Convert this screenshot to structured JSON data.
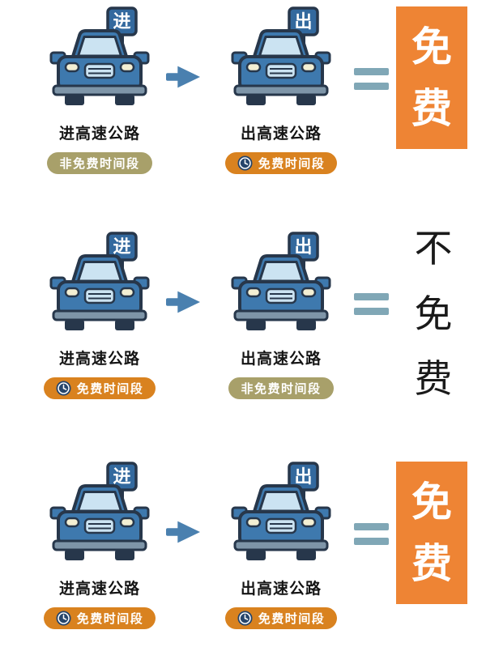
{
  "colors": {
    "background": "#FFFFFF",
    "car_body": "#3E79AE",
    "car_window": "#CBE3F2",
    "car_outline": "#27374B",
    "flag_blue": "#33699E",
    "arrow": "#4A80AF",
    "equals": "#80A7B6",
    "badge_free": "#D9821F",
    "badge_nonfree": "#A8A06A",
    "result_highlight": "#EE8434",
    "result_text_plain": "#1A1A1A"
  },
  "icons": {
    "clock": "clock-icon",
    "arrow": "arrow-right-icon",
    "equals": "equals-icon"
  },
  "rows": [
    {
      "enter": {
        "sign": "进",
        "label": "进高速公路",
        "badge": "非免费时间段",
        "badge_type": "nonfree"
      },
      "exit": {
        "sign": "出",
        "label": "出高速公路",
        "badge": "免费时间段",
        "badge_type": "free"
      },
      "result": [
        "免",
        "费"
      ],
      "result_type": "free-highlight"
    },
    {
      "enter": {
        "sign": "进",
        "label": "进高速公路",
        "badge": "免费时间段",
        "badge_type": "free"
      },
      "exit": {
        "sign": "出",
        "label": "出高速公路",
        "badge": "非免费时间段",
        "badge_type": "nonfree"
      },
      "result": [
        "不",
        "免",
        "费"
      ],
      "result_type": "not-free-plain"
    },
    {
      "enter": {
        "sign": "进",
        "label": "进高速公路",
        "badge": "免费时间段",
        "badge_type": "free"
      },
      "exit": {
        "sign": "出",
        "label": "出高速公路",
        "badge": "免费时间段",
        "badge_type": "free"
      },
      "result": [
        "免",
        "费"
      ],
      "result_type": "free-highlight"
    }
  ]
}
